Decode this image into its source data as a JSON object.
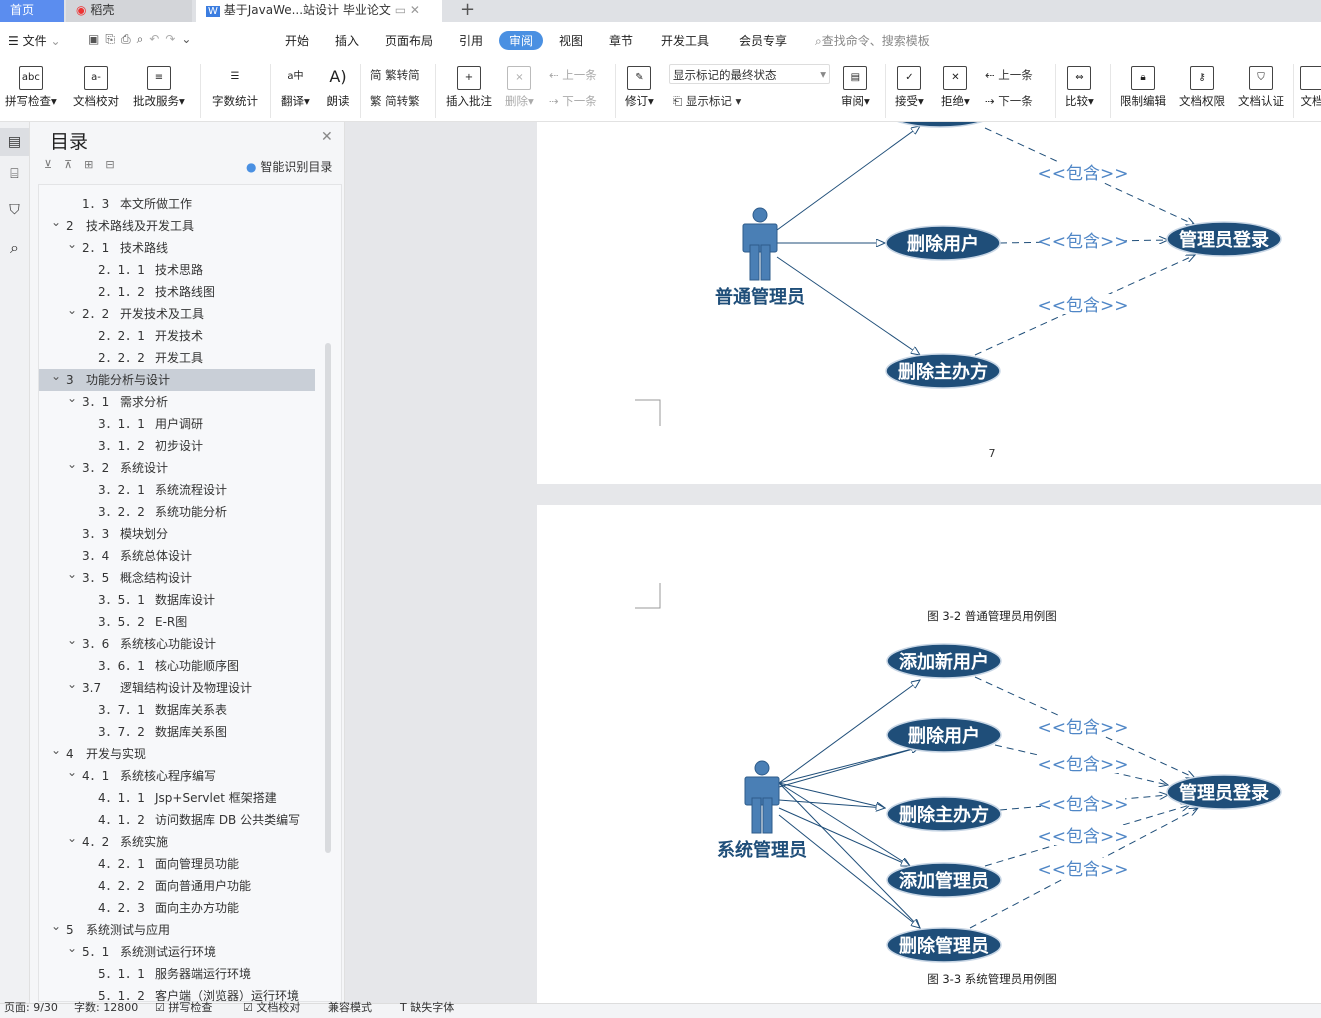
{
  "tabs": {
    "home": "首页",
    "daoke": "稻壳",
    "doc": "基于JavaWe...站设计 毕业论文",
    "new": "+"
  },
  "menu": {
    "file": "文件",
    "items": [
      "开始",
      "插入",
      "页面布局",
      "引用",
      "审阅",
      "视图",
      "章节",
      "开发工具",
      "会员专享"
    ],
    "active": "审阅",
    "search": "查找命令、搜索模板"
  },
  "ribbon": {
    "spell": "拼写检查",
    "proof": "文档校对",
    "correct": "批改服务",
    "wordcount": "字数统计",
    "translate": "翻译",
    "read": "朗读",
    "t2s": "繁转简",
    "s2t": "简转繁",
    "insert_comment": "插入批注",
    "delete": "删除",
    "prev_comment": "上一条",
    "next_comment": "下一条",
    "revise": "修订",
    "markup_state": "显示标记的最终状态",
    "show_markup": "显示标记",
    "review": "审阅",
    "accept": "接受",
    "reject": "拒绝",
    "prev_change": "上一条",
    "next_change": "下一条",
    "compare": "比较",
    "restrict": "限制编辑",
    "permission": "文档权限",
    "certify": "文档认证",
    "more": "文档"
  },
  "nav": {
    "title": "目录",
    "smart": "智能识别目录",
    "items": [
      {
        "num": "1．3",
        "text": "本文所做工作",
        "level": 1,
        "exp": false
      },
      {
        "num": "2",
        "text": "技术路线及开发工具",
        "level": 0,
        "exp": true
      },
      {
        "num": "2．1",
        "text": "技术路线",
        "level": 1,
        "exp": true
      },
      {
        "num": "2．1．1",
        "text": "技术思路",
        "level": 2,
        "exp": false
      },
      {
        "num": "2．1．2",
        "text": "技术路线图",
        "level": 2,
        "exp": false
      },
      {
        "num": "2．2",
        "text": "开发技术及工具",
        "level": 1,
        "exp": true
      },
      {
        "num": "2．2．1",
        "text": "开发技术",
        "level": 2,
        "exp": false
      },
      {
        "num": "2．2．2",
        "text": "开发工具",
        "level": 2,
        "exp": false
      },
      {
        "num": "3",
        "text": "功能分析与设计",
        "level": 0,
        "exp": true,
        "selected": true
      },
      {
        "num": "3．1",
        "text": "需求分析",
        "level": 1,
        "exp": true
      },
      {
        "num": "3．1．1",
        "text": "用户调研",
        "level": 2,
        "exp": false
      },
      {
        "num": "3．1．2",
        "text": "初步设计",
        "level": 2,
        "exp": false
      },
      {
        "num": "3．2",
        "text": "系统设计",
        "level": 1,
        "exp": true
      },
      {
        "num": "3．2．1",
        "text": "系统流程设计",
        "level": 2,
        "exp": false
      },
      {
        "num": "3．2．2",
        "text": "系统功能分析",
        "level": 2,
        "exp": false
      },
      {
        "num": "3．3",
        "text": "模块划分",
        "level": 1,
        "exp": false
      },
      {
        "num": "3．4",
        "text": "系统总体设计",
        "level": 1,
        "exp": false
      },
      {
        "num": "3．5",
        "text": "概念结构设计",
        "level": 1,
        "exp": true
      },
      {
        "num": "3．5．1",
        "text": "数据库设计",
        "level": 2,
        "exp": false
      },
      {
        "num": "3．5．2",
        "text": "E-R图",
        "level": 2,
        "exp": false
      },
      {
        "num": "3．6",
        "text": "系统核心功能设计",
        "level": 1,
        "exp": true
      },
      {
        "num": "3．6．1",
        "text": "核心功能顺序图",
        "level": 2,
        "exp": false
      },
      {
        "num": "3.7",
        "text": "逻辑结构设计及物理设计",
        "level": 1,
        "exp": true
      },
      {
        "num": "3．7．1",
        "text": "数据库关系表",
        "level": 2,
        "exp": false
      },
      {
        "num": "3．7．2",
        "text": "数据库关系图",
        "level": 2,
        "exp": false
      },
      {
        "num": "4",
        "text": "开发与实现",
        "level": 0,
        "exp": true
      },
      {
        "num": "4．1",
        "text": "系统核心程序编写",
        "level": 1,
        "exp": true
      },
      {
        "num": "4．1．1",
        "text": "Jsp+Servlet 框架搭建",
        "level": 2,
        "exp": false
      },
      {
        "num": "4．1．2",
        "text": "访问数据库 DB 公共类编写",
        "level": 2,
        "exp": false
      },
      {
        "num": "4．2",
        "text": "系统实施",
        "level": 1,
        "exp": true
      },
      {
        "num": "4．2．1",
        "text": "面向管理员功能",
        "level": 2,
        "exp": false
      },
      {
        "num": "4．2．2",
        "text": "面向普通用户功能",
        "level": 2,
        "exp": false
      },
      {
        "num": "4．2．3",
        "text": "面向主办方功能",
        "level": 2,
        "exp": false
      },
      {
        "num": "5",
        "text": "系统测试与应用",
        "level": 0,
        "exp": true
      },
      {
        "num": "5．1",
        "text": "系统测试运行环境",
        "level": 1,
        "exp": true
      },
      {
        "num": "5．1．1",
        "text": "服务器端运行环境",
        "level": 2,
        "exp": false
      },
      {
        "num": "5．1．2",
        "text": "客户端（浏览器）运行环境",
        "level": 2,
        "exp": false
      }
    ]
  },
  "doc": {
    "page_number": "7",
    "diagram1": {
      "actor": "普通管理员",
      "usecases": [
        "删除用户",
        "删除主办方"
      ],
      "target": "管理员登录",
      "include": "<<包含>>"
    },
    "caption1": "图 3-2  普通管理员用例图",
    "diagram2": {
      "actor": "系统管理员",
      "usecases": [
        "添加新用户",
        "删除用户",
        "删除主办方",
        "添加管理员",
        "删除管理员"
      ],
      "target": "管理员登录",
      "include": "<<包含>>"
    },
    "caption2": "图 3-3  系统管理员用例图"
  },
  "status": {
    "page": "页面: 9/30",
    "words": "字数: 12800",
    "spell": "拼写检查",
    "proof": "文档校对",
    "compat": "兼容模式",
    "font": "缺失字体"
  },
  "colors": {
    "accent": "#4a90e2",
    "ellipse": "#1f4e79",
    "include": "#4f86c6",
    "actor": "#4a7fb5"
  }
}
